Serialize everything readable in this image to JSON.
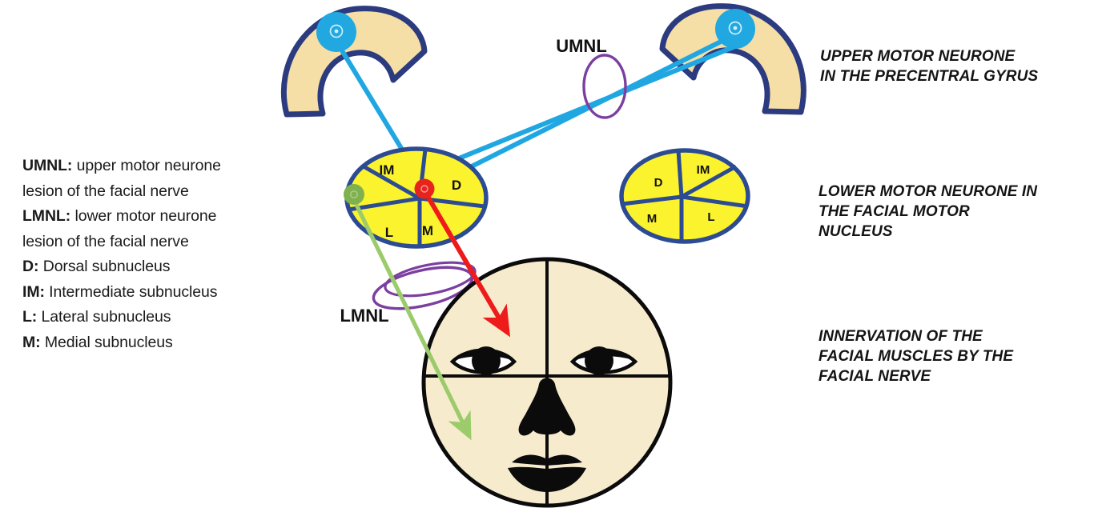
{
  "legend": {
    "entries": [
      {
        "key": "UMNL:",
        "text": " upper motor neurone"
      },
      {
        "key": "",
        "text": "lesion of the facial nerve"
      },
      {
        "key": "LMNL:",
        "text": " lower motor neurone"
      },
      {
        "key": "",
        "text": "lesion of the facial nerve"
      },
      {
        "key": "D:",
        "text": " Dorsal subnucleus"
      },
      {
        "key": "IM:",
        "text": " Intermediate subnucleus"
      },
      {
        "key": "L:",
        "text": " Lateral subnucleus"
      },
      {
        "key": "M:",
        "text": " Medial subnucleus"
      }
    ]
  },
  "side_labels": {
    "upper_motor_neurone": {
      "line1": "UPPER MOTOR NEURONE",
      "line2": "IN THE PRECENTRAL GYRUS"
    },
    "lower_motor_neurone": {
      "line1": "LOWER MOTOR NEURONE IN",
      "line2": "THE FACIAL MOTOR",
      "line3": "NUCLEUS"
    },
    "innervation": {
      "line1": "INNERVATION OF THE",
      "line2": "FACIAL MUSCLES BY THE",
      "line3": "FACIAL NERVE"
    }
  },
  "lesions": {
    "umnl_label": "UMNL",
    "lmnl_label": "LMNL"
  },
  "nucleus_left": {
    "subnuclei": [
      {
        "code": "IM",
        "position": "top-left"
      },
      {
        "code": "D",
        "position": "top-right"
      },
      {
        "code": "L",
        "position": "bottom-left"
      },
      {
        "code": "M",
        "position": "bottom-right"
      }
    ]
  },
  "nucleus_right": {
    "subnuclei": [
      {
        "code": "D",
        "position": "top-left"
      },
      {
        "code": "IM",
        "position": "top-right"
      },
      {
        "code": "M",
        "position": "bottom-left"
      },
      {
        "code": "L",
        "position": "bottom-right"
      }
    ]
  },
  "colors": {
    "cortex_fill": "#F5DFA6",
    "cortex_stroke": "#2C3B7F",
    "neuron_cyan": "#21A8E0",
    "nucleus_fill": "#FBF32E",
    "nucleus_stroke": "#2C4B92",
    "node_red": "#E8231C",
    "node_green": "#80B14F",
    "lesion_purple": "#7B3FA0",
    "axon_cyan": "#20A7E2",
    "axon_red": "#EE1B1B",
    "axon_green": "#9CCB6B",
    "face_fill": "#F7EBCE",
    "face_stroke": "#0B0B0B"
  }
}
